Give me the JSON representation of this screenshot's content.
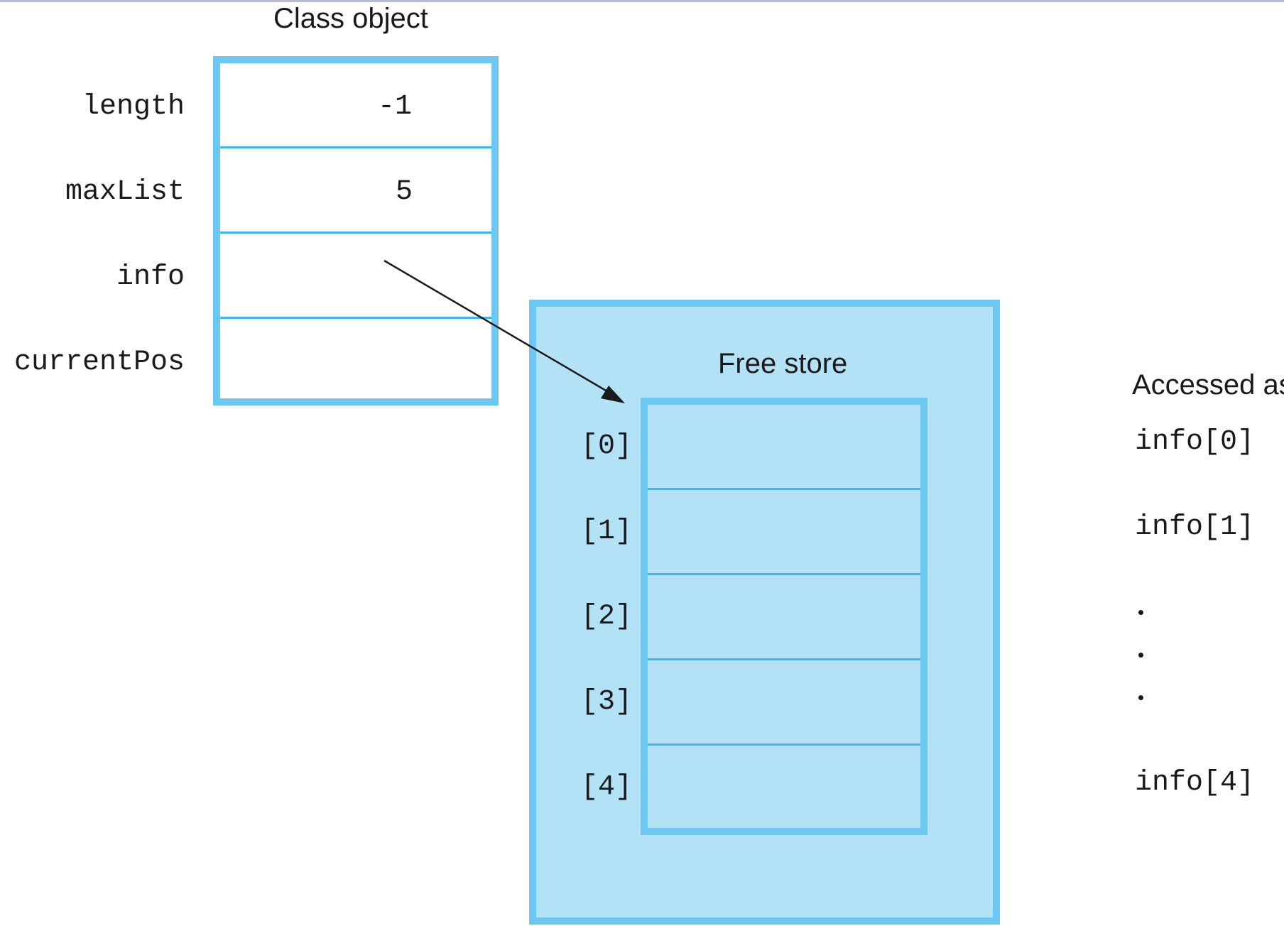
{
  "class_object": {
    "title": "Class object",
    "fields": [
      {
        "name": "length",
        "value": "-1"
      },
      {
        "name": "maxList",
        "value": "5"
      },
      {
        "name": "info",
        "value": ""
      },
      {
        "name": "currentPos",
        "value": ""
      }
    ]
  },
  "free_store": {
    "title": "Free store",
    "indices": [
      "[0]",
      "[1]",
      "[2]",
      "[3]",
      "[4]"
    ]
  },
  "accessed_as": {
    "title": "Accessed as:",
    "items": [
      "info[0]",
      "info[1]",
      "info[4]"
    ]
  },
  "colors": {
    "border": "#6cc8f0",
    "divider": "#3db8ec",
    "fill": "#b3e1f6",
    "text": "#1a1a1a"
  }
}
